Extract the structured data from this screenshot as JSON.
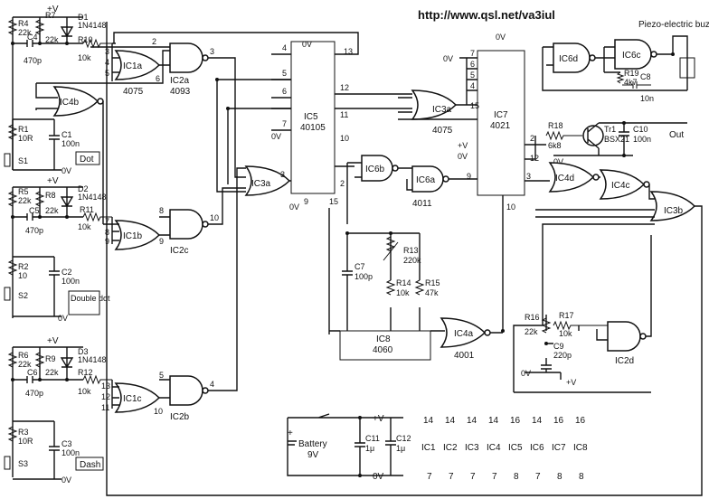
{
  "header": {
    "url": "http://www.qsl.net/va3iul",
    "buzzer": "Piezo-electric buzzer"
  },
  "rails": {
    "vplus": "+V",
    "zero": "0V"
  },
  "inputs": {
    "dot": {
      "r_a": "R4",
      "r_a_val": "22k",
      "r_b": "R7",
      "r_b_val": "22k",
      "diode": "D1",
      "diode_type": "1N4148",
      "cap": "C4",
      "cap_val": "470p",
      "r_s": "R10",
      "r_s_val": "10k",
      "r_sw": "R1",
      "r_sw_val": "10R",
      "c_sw": "C1",
      "c_sw_val": "100n",
      "sw": "S1",
      "label": "Dot"
    },
    "double": {
      "r_a": "R5",
      "r_a_val": "22k",
      "r_b": "R8",
      "r_b_val": "22k",
      "diode": "D2",
      "diode_type": "1N4148",
      "cap": "C5",
      "cap_val": "470p",
      "r_s": "R11",
      "r_s_val": "10k",
      "r_sw": "R2",
      "r_sw_val": "10",
      "c_sw": "C2",
      "c_sw_val": "100n",
      "sw": "S2",
      "label": "Double dot"
    },
    "dash": {
      "r_a": "R6",
      "r_a_val": "22k",
      "r_b": "R9",
      "r_b_val": "22k",
      "diode": "D3",
      "diode_type": "1N4148",
      "cap": "C6",
      "cap_val": "470p",
      "r_s": "R12",
      "r_s_val": "10k",
      "r_sw": "R3",
      "r_sw_val": "10R",
      "c_sw": "C3",
      "c_sw_val": "100n",
      "sw": "S3",
      "label": "Dash"
    }
  },
  "gates": {
    "ic1a": "IC1a",
    "ic1b": "IC1b",
    "ic1c": "IC1c",
    "ic1_type": "4075",
    "ic2a": "IC2a",
    "ic2b": "IC2b",
    "ic2c": "IC2c",
    "ic2d": "IC2d",
    "ic2_type": "4093",
    "ic3a": "IC3a",
    "ic3a2": "IC3a",
    "ic3b": "IC3b",
    "ic3_type": "4075",
    "ic4a": "IC4a",
    "ic4b": "IC4b",
    "ic4c": "IC4c",
    "ic4d": "IC4d",
    "ic4_type": "4001",
    "ic6a": "IC6a",
    "ic6b": "IC6b",
    "ic6c": "IC6c",
    "ic6d": "IC6d",
    "ic6_type": "4011"
  },
  "chips": {
    "ic5": "IC5",
    "ic5_type": "40105",
    "ic7": "IC7",
    "ic7_type": "4021",
    "ic8": "IC8",
    "ic8_type": "4060"
  },
  "timing": {
    "r13": "R13",
    "r13_val": "220k",
    "r14": "R14",
    "r14_val": "10k",
    "r15": "R15",
    "r15_val": "47k",
    "c7": "C7",
    "c7_val": "100p"
  },
  "output": {
    "r18": "R18",
    "r18_val": "6k8",
    "tr1": "Tr1",
    "tr1_type": "BSX21",
    "c10": "C10",
    "c10_val": "100n",
    "out": "Out",
    "r19": "R19",
    "r19_val": "4k7",
    "c8": "C8",
    "c8_val": "10n"
  },
  "misc": {
    "r16": "R16",
    "r16_val": "22k",
    "r17": "R17",
    "r17_val": "10k",
    "c9": "C9",
    "c9_val": "220p"
  },
  "power": {
    "battery": "Battery",
    "battery_v": "9V",
    "c11": "C11",
    "c11_val": "1μ",
    "c12": "C12",
    "c12_val": "1μ"
  },
  "pin_table": {
    "ics": [
      "IC1",
      "IC2",
      "IC3",
      "IC4",
      "IC5",
      "IC6",
      "IC7",
      "IC8"
    ],
    "vdd": [
      "14",
      "14",
      "14",
      "14",
      "16",
      "14",
      "16",
      "16"
    ],
    "vss": [
      "7",
      "7",
      "7",
      "7",
      "8",
      "7",
      "8",
      "8"
    ]
  }
}
